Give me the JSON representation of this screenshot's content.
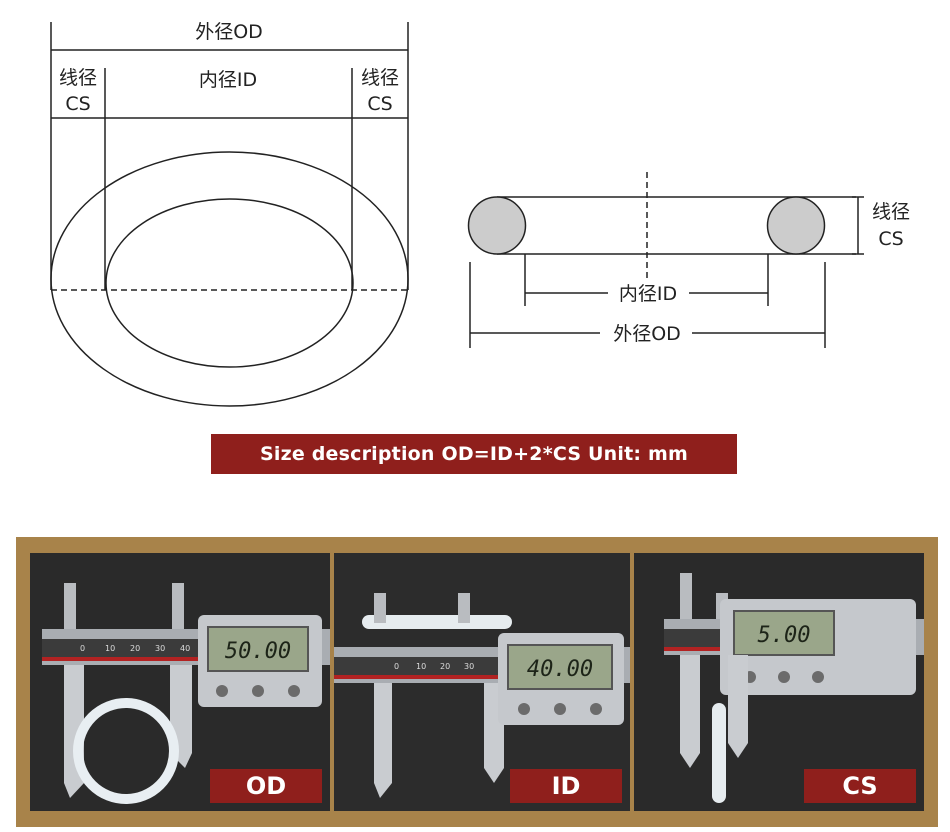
{
  "diagram_left": {
    "od_label": "外径OD",
    "cs_label_left": "线径\nCS",
    "cs_left_line1": "线径",
    "cs_left_line2": "CS",
    "id_label": "内径ID",
    "cs_right_line1": "线径",
    "cs_right_line2": "CS"
  },
  "diagram_right": {
    "cs_line1": "线径",
    "cs_line2": "CS",
    "id_label": "内径ID",
    "od_label": "外径OD"
  },
  "caption": "Size description OD=ID+2*CS Unit: mm",
  "photos": [
    {
      "label": "OD",
      "reading": "50.00"
    },
    {
      "label": "ID",
      "reading": "40.00"
    },
    {
      "label": "CS",
      "reading": "5.00"
    }
  ],
  "colors": {
    "label_bg": "#8f1f1c",
    "frame": "#a8834a",
    "photo_bg": "#262626"
  }
}
